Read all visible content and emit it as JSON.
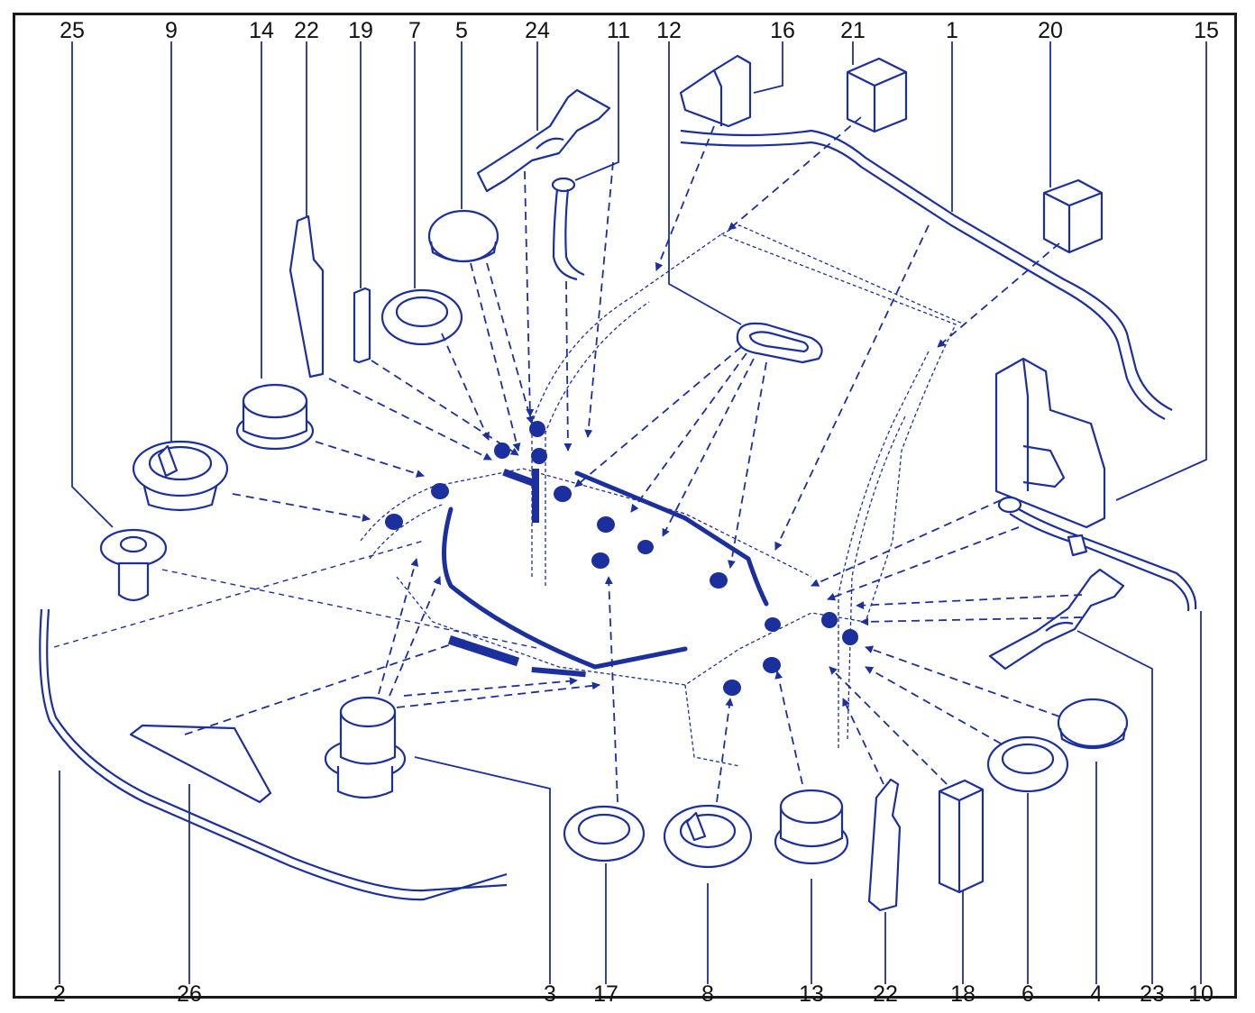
{
  "diagram": {
    "callouts_top": [
      "25",
      "9",
      "14",
      "22",
      "19",
      "7",
      "5",
      "24",
      "11",
      "12",
      "16",
      "21",
      "1",
      "20",
      "15"
    ],
    "callouts_bottom": [
      "2",
      "26",
      "3",
      "17",
      "8",
      "13",
      "22",
      "18",
      "6",
      "4",
      "23",
      "10"
    ]
  },
  "colors": {
    "line": "#1c2f9e",
    "text": "#111111",
    "frame": "#1a1a1a"
  }
}
